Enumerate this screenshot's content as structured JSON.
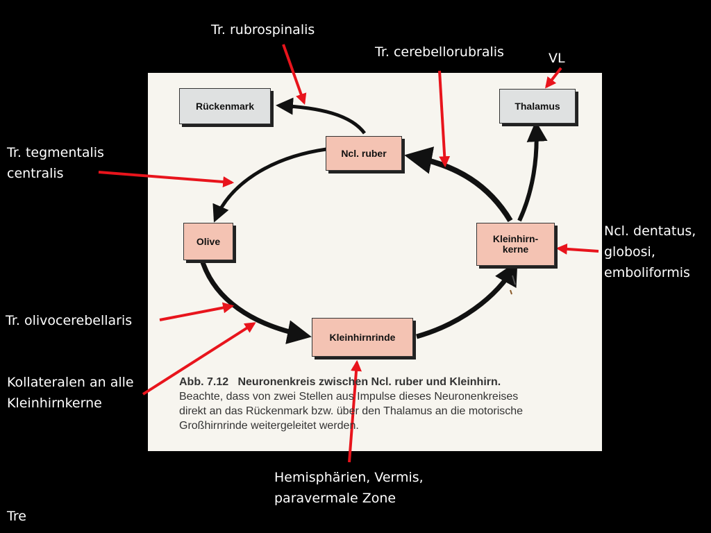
{
  "diagram": {
    "nodes": {
      "rueckenmark": "Rückenmark",
      "thalamus": "Thalamus",
      "ncl_ruber": "Ncl. ruber",
      "olive": "Olive",
      "kleinhirnkerne_line1": "Kleinhirn-",
      "kleinhirnkerne_line2": "kerne",
      "kleinhirnrinde": "Kleinhirnrinde"
    },
    "caption": {
      "title": "Abb. 7.12   Neuronenkreis zwischen Ncl. ruber und Kleinhirn.",
      "line1": "Beachte, dass von zwei Stellen aus Impulse dieses Neuronenkreises",
      "line2": "direkt an das Rückenmark bzw. über den Thalamus an die motorische",
      "line3": "Großhirnrinde weitergeleitet werden."
    }
  },
  "annotations": {
    "rubrospinalis": "Tr. rubrospinalis",
    "cerebellorubralis": "Tr. cerebellorubralis",
    "vl": "VL",
    "tegmentalis_1": "Tr. tegmentalis",
    "tegmentalis_2": "centralis",
    "dentatus_1": "Ncl. dentatus,",
    "dentatus_2": "globosi,",
    "dentatus_3": "emboliformis",
    "olivocerebellaris": "Tr. olivocerebellaris",
    "kollateralen_1": "Kollateralen an alle",
    "kollateralen_2": "Kleinhirnkerne",
    "hemisphaerien_1": "Hemisphärien, Vermis,",
    "hemisphaerien_2": "paravermale Zone",
    "tre": "Tre"
  },
  "colors": {
    "background": "#000000",
    "panel": "#f7f5ef",
    "annotation_arrow": "#e8141c",
    "node_pink": "#f4c3b3",
    "node_gray": "#dfe1e1"
  }
}
